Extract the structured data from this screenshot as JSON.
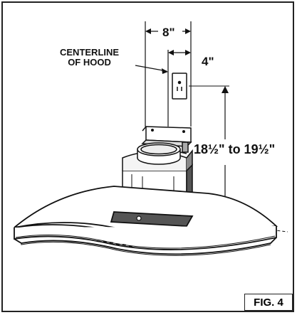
{
  "labels": {
    "centerline_line1": "CENTERLINE",
    "centerline_line2": "OF HOOD",
    "dim_8": "8\"",
    "dim_4": "4\"",
    "dim_height": "18½\" to 19½\""
  },
  "figure": {
    "label": "FIG. 4"
  }
}
